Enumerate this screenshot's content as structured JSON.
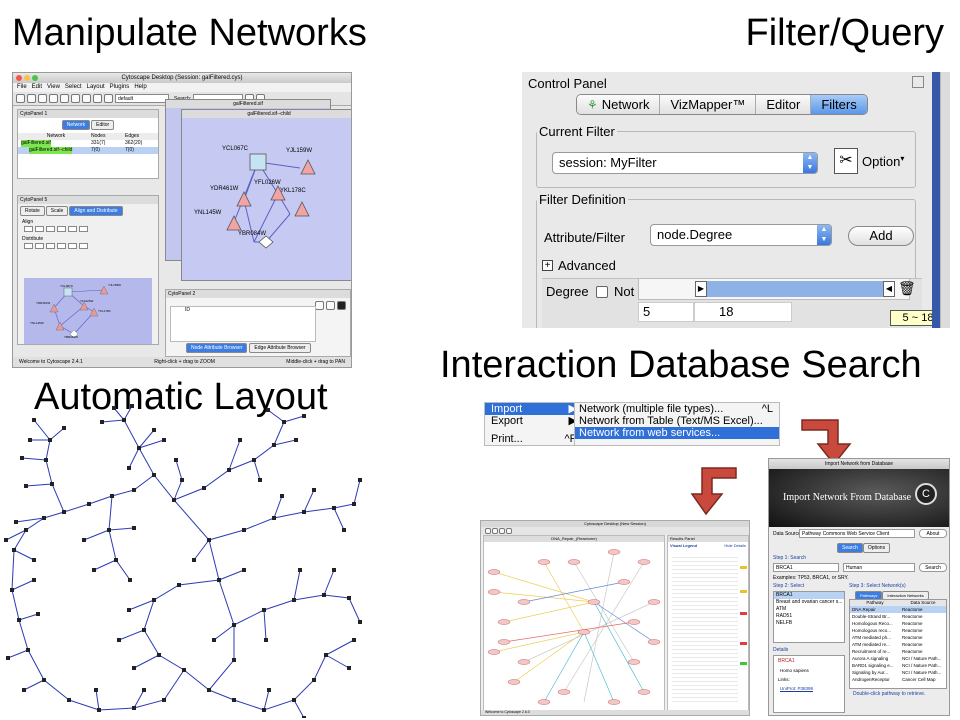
{
  "headings": {
    "manipulate": "Manipulate Networks",
    "filter": "Filter/Query",
    "interaction": "Interaction Database Search",
    "layout": "Automatic Layout"
  },
  "cytoscape": {
    "window_title": "Cytoscape Desktop (Session: galFiltered.cys)",
    "menu": [
      "File",
      "Edit",
      "View",
      "Select",
      "Layout",
      "Plugins",
      "Help"
    ],
    "toolbar": {
      "select_value": "default",
      "search_label": "Search:"
    },
    "cytopanel1": {
      "title": "CytoPanel 1",
      "tabs": [
        "Network",
        "Editor"
      ],
      "columns": [
        "Network",
        "Nodes",
        "Edges"
      ],
      "rows": [
        {
          "name": "galFiltered.sif",
          "nodes": "331(7)",
          "edges": "362(20)"
        },
        {
          "name": "galFiltered.sif--child",
          "nodes": "7(0)",
          "edges": "7(0)"
        }
      ]
    },
    "cytopanel5": {
      "title": "CytoPanel 5",
      "tabs": [
        "Rotate",
        "Scale",
        "Align and Distribute"
      ],
      "align_label": "Align",
      "distribute_label": "Distribute"
    },
    "network_window_back": "galFiltered.sif",
    "network_window_front": "galFiltered.sif--child",
    "nodes": [
      "YCL067C",
      "YJL159W",
      "YDR461W",
      "YFL026W",
      "YNL145W",
      "YKL178C",
      "YBR084W"
    ],
    "preview_nodes": [
      "YCL067C",
      "YJL159W",
      "YDR461W",
      "YFL026W",
      "YNL145W",
      "YKL178C",
      "YBR084W"
    ],
    "cytopanel2": {
      "title": "CytoPanel 2",
      "id_header": "ID",
      "tabs": [
        "Node Attribute Browser",
        "Edge Attribute Browser"
      ]
    },
    "status": {
      "welcome": "Welcome to Cytoscape 2.4.1",
      "right_click": "Right-click + drag to ZOOM",
      "middle_click": "Middle-click + drag to PAN"
    }
  },
  "control_panel": {
    "title": "Control Panel",
    "tabs": [
      "Network",
      "VizMapper™",
      "Editor",
      "Filters"
    ],
    "active_tab": "Filters",
    "current_filter_legend": "Current Filter",
    "filter_select": "session: MyFilter",
    "option_label": "Option",
    "filter_definition_legend": "Filter Definition",
    "attribute_label": "Attribute/Filter",
    "attribute_select": "node.Degree",
    "add_button": "Add",
    "advanced_label": "Advanced",
    "degree_label": "Degree",
    "not_label": "Not",
    "range_low": "5",
    "range_high": "18",
    "tooltip": "5 ~ 18"
  },
  "import_menu": {
    "left": [
      {
        "label": "Import",
        "accel": ""
      },
      {
        "label": "Export",
        "accel": ""
      },
      {
        "label": "Print...",
        "accel": "^P"
      }
    ],
    "right": [
      {
        "label": "Network (multiple file types)...",
        "accel": "^L"
      },
      {
        "label": "Network from Table (Text/MS Excel)...",
        "accel": ""
      },
      {
        "label": "Network from web services...",
        "accel": ""
      }
    ]
  },
  "db_window": {
    "title": "Import Network from Database",
    "banner": "Import Network From Database",
    "data_source_label": "Data Source",
    "data_source_value": "Pathway Commons Web Service Client",
    "about_button": "About",
    "tabs": [
      "Search",
      "Options"
    ],
    "step1": "Step 1: Search",
    "search_value": "BRCA1",
    "species": "Human",
    "search_button": "Search",
    "examples": "Examples: TP53, BRCA1, or SRY.",
    "step2": "Step 2: Select",
    "step3": "Step 3: Select Network(s)",
    "result_list": [
      "BRCA1",
      "Breast and ovarian cancer s...",
      "ATM",
      "RAD51",
      "NELFB"
    ],
    "result_tabs": [
      "Pathways",
      "Interaction Networks"
    ],
    "pathway_headers": [
      "Pathway",
      "Data Source"
    ],
    "pathways": [
      [
        "DNA Repair",
        "Reactome"
      ],
      [
        "Double-Strand Br...",
        "Reactome"
      ],
      [
        "Homologous Reco...",
        "Reactome"
      ],
      [
        "Homologous reco...",
        "Reactome"
      ],
      [
        "ATM mediated ph...",
        "Reactome"
      ],
      [
        "ATM mediated re...",
        "Reactome"
      ],
      [
        "Recruitment of re...",
        "Reactome"
      ],
      [
        "Aurora A signaling",
        "NCI / Nature Path..."
      ],
      [
        "BARD1 signaling e...",
        "NCI / Nature Path..."
      ],
      [
        "Signaling by Aur...",
        "NCI / Nature Path..."
      ],
      [
        "AndrogenReceptor",
        "Cancer Cell Map"
      ]
    ],
    "details_label": "Details",
    "details_gene": "BRCA1",
    "details_species": "Homo sapiens",
    "links_label": "Links:",
    "link_value": "UniProt: P38398",
    "hint": "Double-click pathway to retrieve."
  },
  "cyto_view2": {
    "window_title": "Cytoscape Desktop (New Session)",
    "network_title": "DNA_Repair_(Reactome)",
    "results_title": "Results Panel",
    "legend_title": "Visual Legend",
    "hide_button": "Hide Details",
    "status": "Welcome to Cytoscape 2.6.0"
  }
}
